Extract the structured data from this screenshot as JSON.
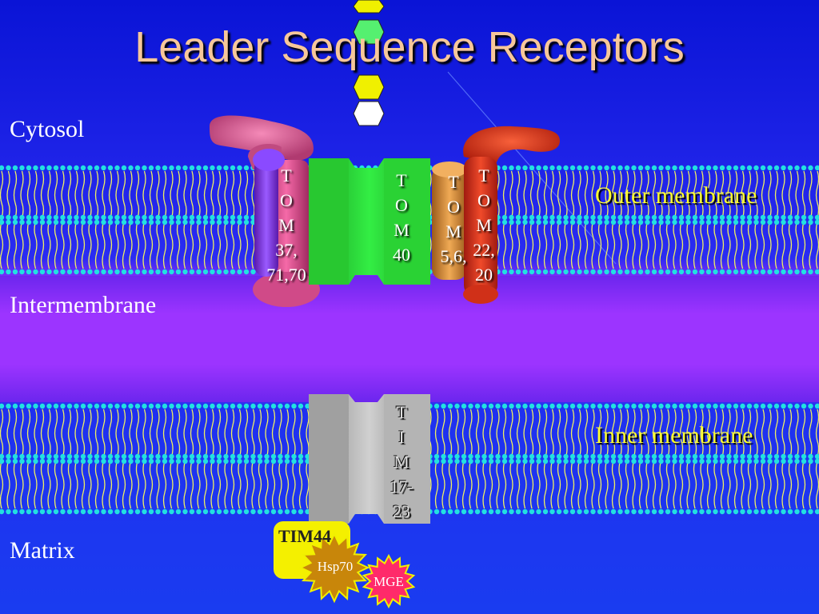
{
  "title": "Leader Sequence Receptors",
  "regions": {
    "cytosol": "Cytosol",
    "intermembrane": "Intermembrane",
    "matrix": "Matrix"
  },
  "membranes": {
    "outer": "Outer membrane",
    "inner": "Inner membrane"
  },
  "proteins": {
    "tom37": [
      "T",
      "O",
      "M",
      "37,",
      "71,70"
    ],
    "tom40": [
      "T",
      "O",
      "M",
      "40"
    ],
    "tom56": [
      "T",
      "O",
      "M",
      "5,6,"
    ],
    "tom22": [
      "T",
      "O",
      "M",
      "22,",
      "20"
    ],
    "tim1723": [
      "T",
      "I",
      "M",
      "17-",
      "23"
    ],
    "tim44": "TIM44",
    "hsp70": "Hsp70",
    "mge": "MGE"
  },
  "colors": {
    "background_top": "#0a1fdc",
    "background_mid": "#3a2cf0",
    "intermembrane": "#9a2cff",
    "matrix": "#1f3cf0",
    "membrane_head": "#22e0e0",
    "lipid_tail": "#f0f060",
    "tom40": "#22cc33",
    "tom37": "#f05a9a",
    "tom56": "#e89a40",
    "tom22": "#e8321e",
    "tim1723": "#a8a8a8",
    "tim44": "#f4f000",
    "hsp70": "#c8860a",
    "mge": "#ff2a6a",
    "title": "#f7c79a",
    "membrane_label": "#ffff33"
  }
}
